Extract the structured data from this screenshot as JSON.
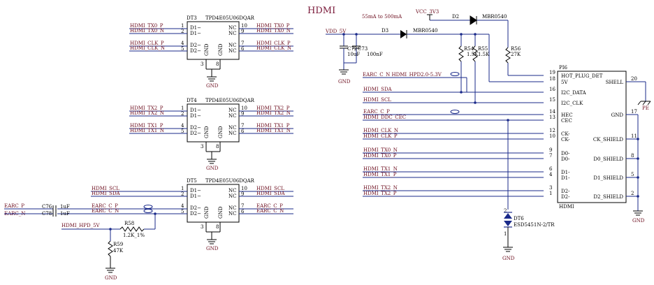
{
  "title": "HDMI",
  "components": {
    "dt3": {
      "ref": "DT3",
      "part": "TPD4E05U06DQAR"
    },
    "dt4": {
      "ref": "DT4",
      "part": "TPD4E05U06DQAR"
    },
    "dt5": {
      "ref": "DT5",
      "part": "TPD4E05U06DQAR"
    },
    "tvs_pins": {
      "d1m": "D1−",
      "d1": "D1−",
      "d2m": "D2−",
      "d2": "D2−",
      "nc": "NC",
      "gnd": "GND",
      "pin1": "1",
      "pin2": "2",
      "pin4": "4",
      "pin5": "5",
      "pin10": "10",
      "pin9": "9",
      "pin7": "7",
      "pin6": "6",
      "pin3": "3",
      "pin8": "8"
    },
    "d3": {
      "ref": "D3",
      "part": "MBR0540"
    },
    "d2": {
      "ref": "D2",
      "part": "MBR0540"
    },
    "dt6": {
      "ref": "DT6",
      "part": "ESD5451N-2/TR"
    },
    "c72": {
      "ref": "C72",
      "value": "10uF"
    },
    "c73": {
      "ref": "C73",
      "value": "100nF"
    },
    "r54": {
      "ref": "R54",
      "value": "1.5K"
    },
    "r55": {
      "ref": "R55",
      "value": "1.5K"
    },
    "r56": {
      "ref": "R56",
      "value": "27K"
    },
    "r58": {
      "ref": "R58",
      "value": "1.2K_1%"
    },
    "r59": {
      "ref": "R59",
      "value": "47K"
    },
    "c76": {
      "ref": "C76",
      "value": "1uF"
    },
    "c78": {
      "ref": "C78",
      "value": "1uF"
    },
    "pi6": {
      "ref": "PI6",
      "name": "HDMI",
      "left_pins": [
        {
          "num": "19",
          "name": "HOT_PLUG_DET"
        },
        {
          "num": "18",
          "name": "5V"
        },
        {
          "num": "16",
          "name": "I2C_DATA"
        },
        {
          "num": "15",
          "name": "I2C_CLK"
        },
        {
          "num": "14",
          "name": "HEC"
        },
        {
          "num": "13",
          "name": "CEC"
        },
        {
          "num": "12",
          "name": "CK-"
        },
        {
          "num": "10",
          "name": "CK-"
        },
        {
          "num": "9",
          "name": "D0-"
        },
        {
          "num": "7",
          "name": "D0-"
        },
        {
          "num": "6",
          "name": "D1-"
        },
        {
          "num": "4",
          "name": "D1-"
        },
        {
          "num": "3",
          "name": "D2-"
        },
        {
          "num": "1",
          "name": "D2-"
        }
      ],
      "right_pins": [
        {
          "num": "20",
          "name": "SHELL"
        },
        {
          "num": "17",
          "name": "GND"
        },
        {
          "num": "11",
          "name": "CK_SHIELD"
        },
        {
          "num": "8",
          "name": "D0_SHIELD"
        },
        {
          "num": "5",
          "name": "D1_SHIELD"
        },
        {
          "num": "2",
          "name": "D2_SHIELD"
        }
      ]
    }
  },
  "nets": {
    "dt3_left": [
      "HDMI_TX0_P",
      "HDMI_TX0_N",
      "HDMI_CLK_P",
      "HDMI_CLK_N"
    ],
    "dt3_right": [
      "HDMI_TX0_P",
      "HDMI_TX0_N",
      "HDMI_CLK_P",
      "HDMI_CLK_N"
    ],
    "dt4_left": [
      "HDMI_TX2_P",
      "HDMI_TX2_N",
      "HDMI_TX1_P",
      "HDMI_TX1_N"
    ],
    "dt4_right": [
      "HDMI_TX2_P",
      "HDMI_TX2_N",
      "HDMI_TX1_P",
      "HDMI_TX1_N"
    ],
    "dt5_left": [
      "HDMI_SCL",
      "HDMI_SDA",
      "EARC_C_P",
      "EARC_C_N"
    ],
    "dt5_right": [
      "HDMI_SCL",
      "HDMI_SDA",
      "EARC_C_P",
      "EARC_C_N"
    ],
    "earc_p": "EARC_P",
    "earc_n": "EARC_N",
    "hpd_5v": "HDMI_HPD_5V",
    "vdd_5v": "VDD_5V",
    "vcc_3v3": "VCC_3V3",
    "current_note": "55mA to 500mA",
    "hpd_note": "EARC_C_N HDMI_HPD2.0-5.3V",
    "conn_left": [
      "HDMI_SDA",
      "HDMI_SCL",
      "EARC_C_P",
      "HDMI_DDC_CEC",
      "HDMI_CLK_N",
      "HDMI_CLK_P",
      "HDMI_TX0_N",
      "HDMI_TX0_P",
      "HDMI_TX1_N",
      "HDMI_TX1_P",
      "HDMI_TX2_N",
      "HDMI_TX2_P"
    ],
    "gnd": "GND",
    "pe": "PE"
  }
}
